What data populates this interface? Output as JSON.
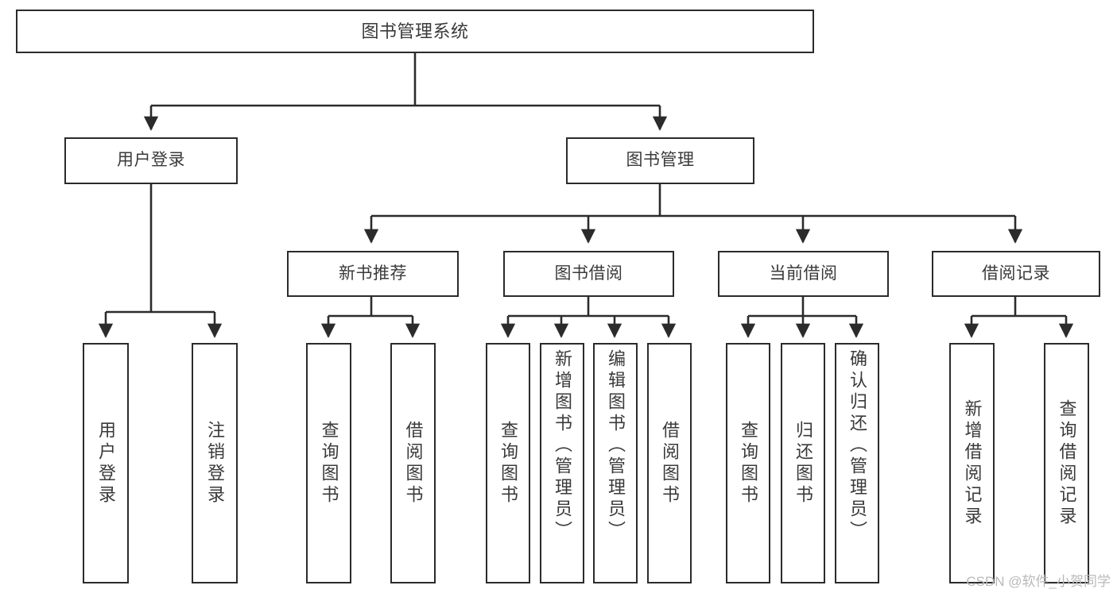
{
  "diagram": {
    "title": "图书管理系统",
    "type": "tree",
    "watermark": "CSDN @软件_小贺同学",
    "colors": {
      "box_border": "#2b2b2b",
      "box_fill": "#ffffff",
      "text": "#3a3a3a",
      "connector": "#2b2b2b",
      "watermark": "#b9b9b9",
      "background": "#ffffff"
    },
    "levels": {
      "root": [
        "图书管理系统"
      ],
      "level2": [
        "用户登录",
        "图书管理"
      ],
      "level3": [
        "新书推荐",
        "图书借阅",
        "当前借阅",
        "借阅记录"
      ],
      "level4": [
        "用户登录",
        "注销登录",
        "查询图书",
        "借阅图书",
        "查询图书",
        "新增图书（管理员）",
        "编辑图书（管理员）",
        "借阅图书",
        "查询图书",
        "归还图书",
        "确认归还（管理员）",
        "新增借阅记录",
        "查询借阅记录"
      ]
    },
    "nodes": {
      "root": {
        "label": "图书管理系统"
      },
      "user_login": {
        "label": "用户登录"
      },
      "book_manage": {
        "label": "图书管理"
      },
      "new_book_rec": {
        "label": "新书推荐"
      },
      "book_borrow": {
        "label": "图书借阅"
      },
      "current_borrow": {
        "label": "当前借阅"
      },
      "borrow_record": {
        "label": "借阅记录"
      },
      "leaf_user_login": {
        "label": "用户登录"
      },
      "leaf_logout": {
        "label": "注销登录"
      },
      "leaf_query_book_1": {
        "label": "查询图书"
      },
      "leaf_borrow_book_1": {
        "label": "借阅图书"
      },
      "leaf_query_book_2": {
        "label": "查询图书"
      },
      "leaf_add_book": {
        "label": "新增图书（管理员）"
      },
      "leaf_edit_book": {
        "label": "编辑图书（管理员）"
      },
      "leaf_borrow_book_2": {
        "label": "借阅图书"
      },
      "leaf_query_book_3": {
        "label": "查询图书"
      },
      "leaf_return_book": {
        "label": "归还图书"
      },
      "leaf_confirm_return": {
        "label": "确认归还（管理员）"
      },
      "leaf_add_record": {
        "label": "新增借阅记录"
      },
      "leaf_query_record": {
        "label": "查询借阅记录"
      }
    },
    "edges": [
      {
        "from": "root",
        "to": "user_login"
      },
      {
        "from": "root",
        "to": "book_manage"
      },
      {
        "from": "user_login",
        "to": "leaf_user_login"
      },
      {
        "from": "user_login",
        "to": "leaf_logout"
      },
      {
        "from": "book_manage",
        "to": "new_book_rec"
      },
      {
        "from": "book_manage",
        "to": "book_borrow"
      },
      {
        "from": "book_manage",
        "to": "current_borrow"
      },
      {
        "from": "book_manage",
        "to": "borrow_record"
      },
      {
        "from": "new_book_rec",
        "to": "leaf_query_book_1"
      },
      {
        "from": "new_book_rec",
        "to": "leaf_borrow_book_1"
      },
      {
        "from": "book_borrow",
        "to": "leaf_query_book_2"
      },
      {
        "from": "book_borrow",
        "to": "leaf_add_book"
      },
      {
        "from": "book_borrow",
        "to": "leaf_edit_book"
      },
      {
        "from": "book_borrow",
        "to": "leaf_borrow_book_2"
      },
      {
        "from": "current_borrow",
        "to": "leaf_query_book_3"
      },
      {
        "from": "current_borrow",
        "to": "leaf_return_book"
      },
      {
        "from": "current_borrow",
        "to": "leaf_confirm_return"
      },
      {
        "from": "borrow_record",
        "to": "leaf_add_record"
      },
      {
        "from": "borrow_record",
        "to": "leaf_query_record"
      }
    ]
  }
}
